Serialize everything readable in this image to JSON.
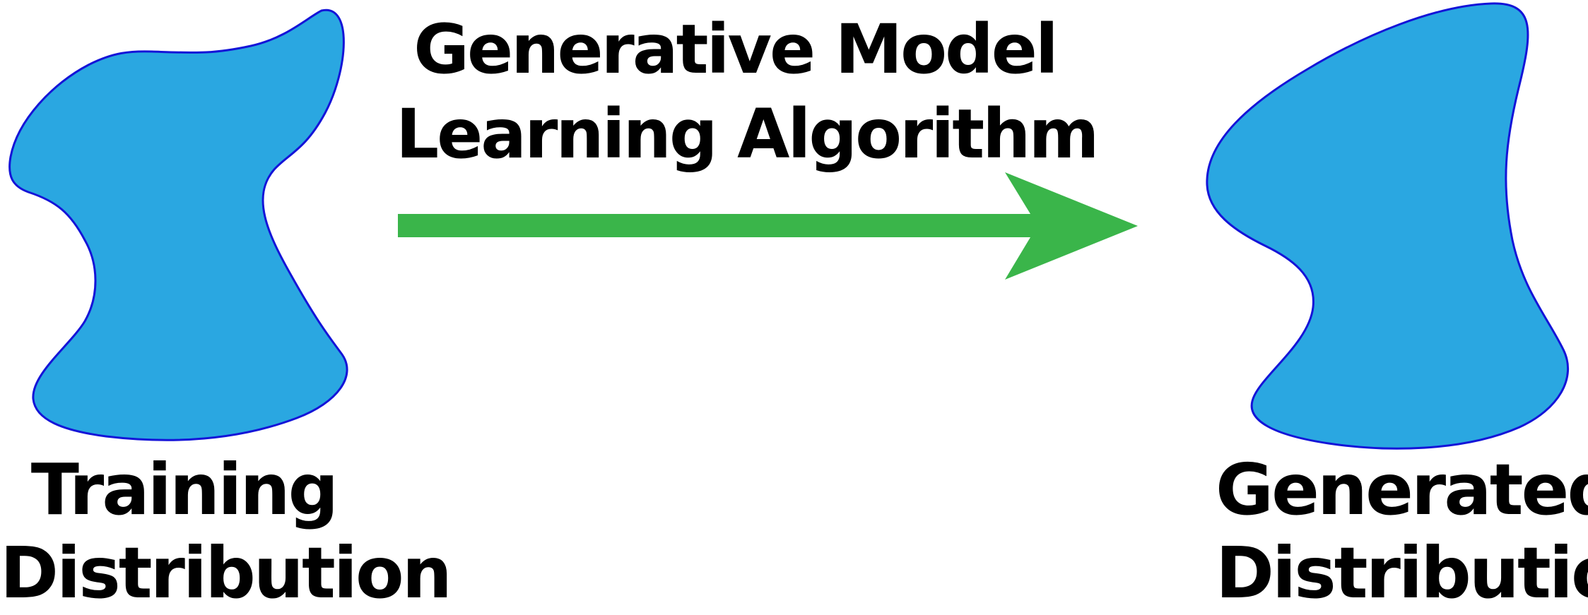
{
  "diagram": {
    "algorithm_label": {
      "line1": "Generative Model",
      "line2": "Learning Algorithm"
    },
    "training_label": {
      "line1": "Training",
      "line2": "Distribution"
    },
    "generated_label": {
      "line1": "Generated",
      "line2": "Distribution"
    }
  },
  "colors": {
    "blob_fill": "#2aa7e1",
    "blob_stroke": "#1414d8",
    "arrow": "#3ab54a",
    "text": "#000000"
  },
  "icons": {
    "training_shape": "blob",
    "generated_shape": "blob",
    "transform_arrow": "arrow-right"
  }
}
